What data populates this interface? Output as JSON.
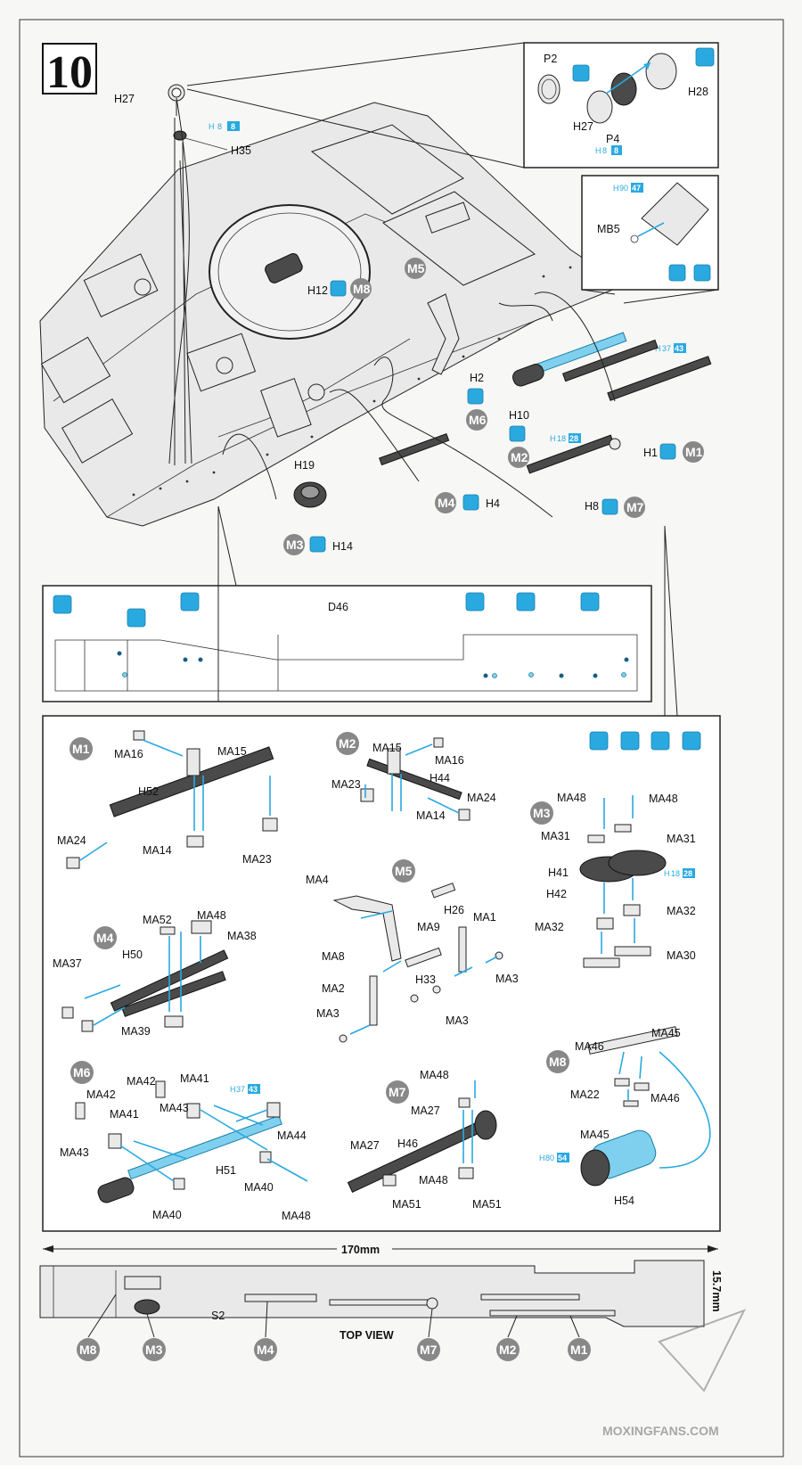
{
  "step": {
    "number": "10"
  },
  "main_view": {
    "labels": {
      "h27": "H27",
      "h35": "H35",
      "h12": "H12",
      "h2": "H2",
      "h10": "H10",
      "h1": "H1",
      "h8": "H8",
      "h19": "H19",
      "h14": "H14",
      "h4": "H4",
      "m5": "M5",
      "m6": "M6",
      "m2": "M2",
      "m4": "M4",
      "m3": "M3",
      "m7": "M7",
      "m1": "M1",
      "m8": "M8"
    },
    "badges": {
      "h8_8": [
        "H",
        "8",
        "8"
      ],
      "h37_43": [
        "H",
        "37",
        "43"
      ],
      "h18_28": [
        "H",
        "18",
        "28"
      ]
    }
  },
  "headlight_inset": {
    "labels": {
      "p2": "P2",
      "h27": "H27",
      "p4": "P4",
      "h28": "H28"
    },
    "badge": [
      "H",
      "8",
      "8"
    ]
  },
  "plate_inset": {
    "labels": {
      "mb5": "MB5"
    },
    "badge": [
      "H",
      "90",
      "47"
    ]
  },
  "side_inset": {
    "labels": {
      "d46": "D46"
    }
  },
  "subassemblies": {
    "m1": {
      "id": "M1",
      "labels": {
        "ma16": "MA16",
        "ma15": "MA15",
        "h52": "H52",
        "ma24": "MA24",
        "ma14": "MA14",
        "ma23": "MA23"
      }
    },
    "m2": {
      "id": "M2",
      "labels": {
        "ma15": "MA15",
        "ma16": "MA16",
        "ma23": "MA23",
        "h44": "H44",
        "ma24": "MA24",
        "ma14": "MA14"
      }
    },
    "m3": {
      "id": "M3",
      "labels": {
        "ma48a": "MA48",
        "ma48b": "MA48",
        "ma31a": "MA31",
        "ma31b": "MA31",
        "h41": "H41",
        "h42": "H42",
        "ma32a": "MA32",
        "ma32b": "MA32",
        "ma30": "MA30"
      },
      "badge": [
        "H",
        "18",
        "28"
      ]
    },
    "m4": {
      "id": "M4",
      "labels": {
        "ma52": "MA52",
        "ma48": "MA48",
        "ma38": "MA38",
        "h50": "H50",
        "ma37": "MA37",
        "ma39": "MA39"
      }
    },
    "m5": {
      "id": "M5",
      "labels": {
        "ma4": "MA4",
        "h26": "H26",
        "ma1": "MA1",
        "ma9": "MA9",
        "ma8": "MA8",
        "h33": "H33",
        "ma3a": "MA3",
        "ma2": "MA2",
        "ma3b": "MA3",
        "ma3c": "MA3"
      }
    },
    "m6": {
      "id": "M6",
      "labels": {
        "ma42a": "MA42",
        "ma41a": "MA41",
        "ma42b": "MA42",
        "ma41b": "MA41",
        "ma43a": "MA43",
        "ma43b": "MA43",
        "ma44": "MA44",
        "h51": "H51",
        "ma40a": "MA40",
        "ma40b": "MA40",
        "ma48": "MA48"
      },
      "badge": [
        "H",
        "37",
        "43"
      ]
    },
    "m7": {
      "id": "M7",
      "labels": {
        "ma48": "MA48",
        "ma27a": "MA27",
        "ma27b": "MA27",
        "h46": "H46",
        "ma48b": "MA48",
        "ma51a": "MA51",
        "ma51b": "MA51"
      }
    },
    "m8": {
      "id": "M8",
      "labels": {
        "ma45a": "MA45",
        "ma46a": "MA46",
        "ma46b": "MA46",
        "ma22": "MA22",
        "ma45b": "MA45",
        "h54": "H54"
      },
      "badge": [
        "H",
        "80",
        "54"
      ]
    }
  },
  "top_view": {
    "dimension_length": "170mm",
    "dimension_height": "15.7mm",
    "caption": "TOP VIEW",
    "part": "S2",
    "markers": [
      "M8",
      "M3",
      "M4",
      "M7",
      "M2",
      "M1"
    ]
  },
  "watermark": "MOXINGFANS.COM",
  "icon_names": [
    "paint-icon",
    "glue-icon",
    "drill-icon",
    "cement-icon",
    "remove-icon",
    "repeat-icon"
  ]
}
